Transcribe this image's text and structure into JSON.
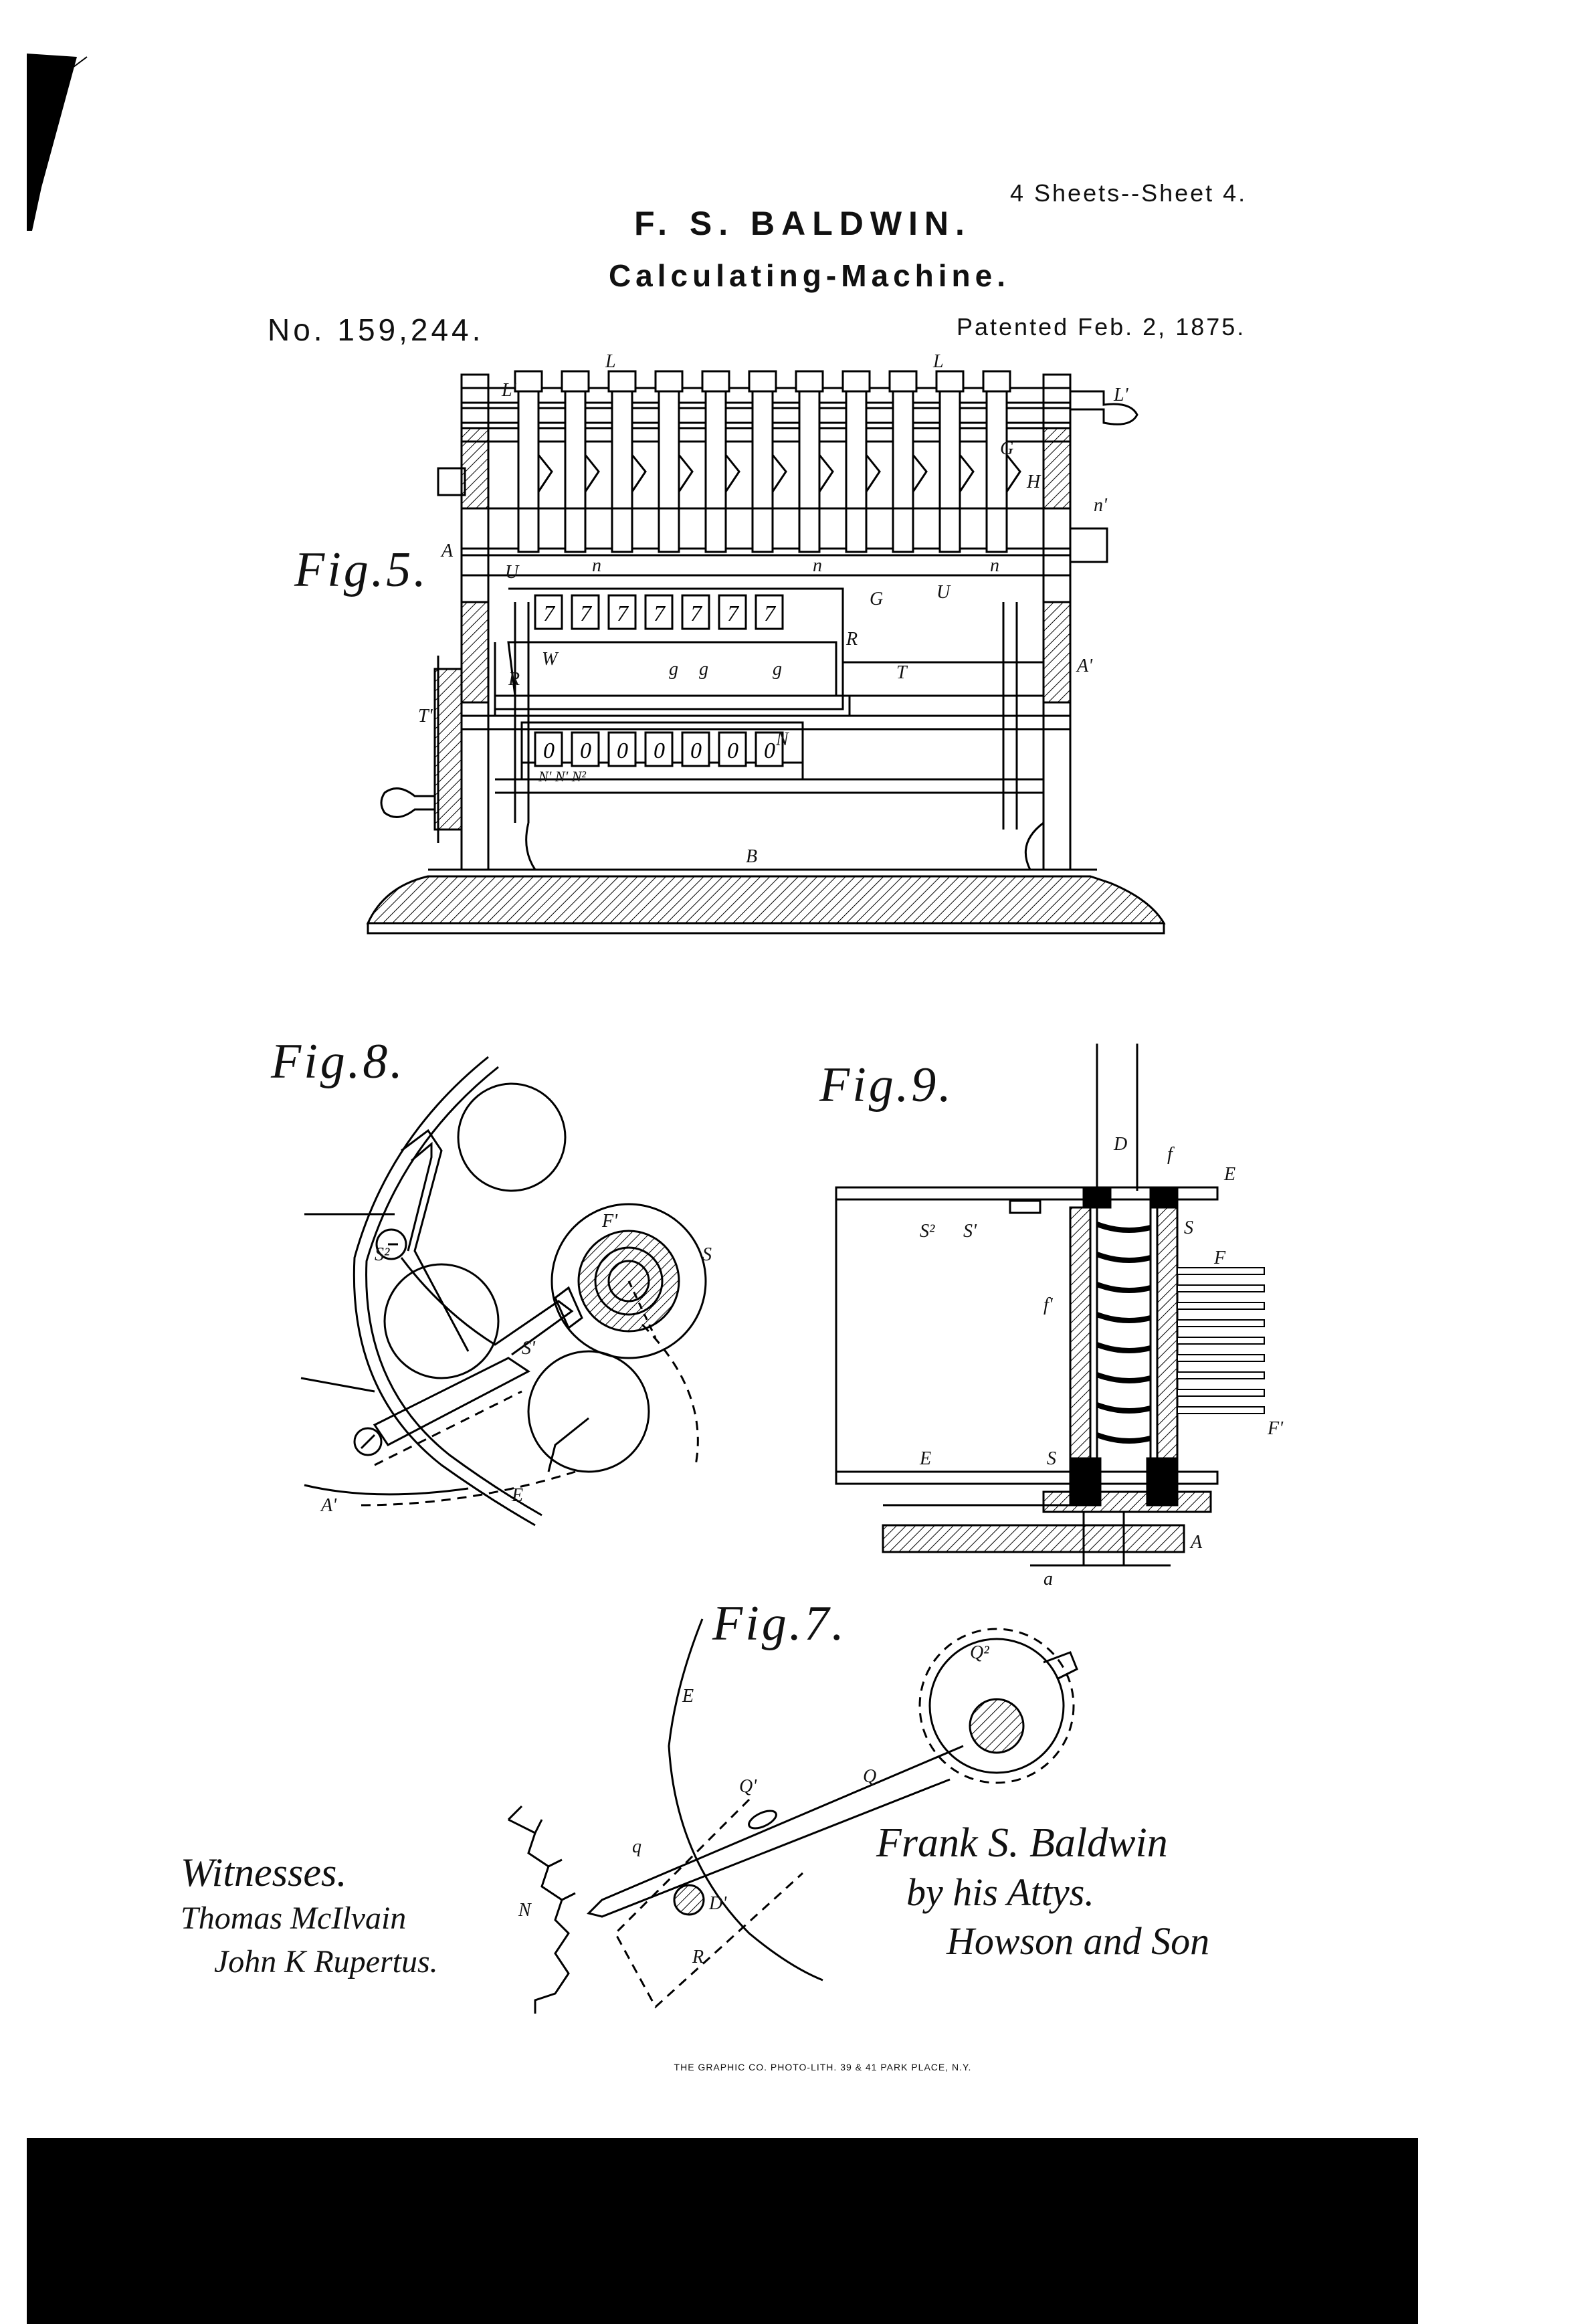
{
  "header": {
    "sheet_no": "4 Sheets--Sheet 4.",
    "inventor": "F. S. BALDWIN.",
    "title": "Calculating-Machine.",
    "patent_no": "No. 159,244.",
    "patent_date": "Patented Feb. 2, 1875."
  },
  "figures": {
    "fig5": "Fig.5.",
    "fig8": "Fig.8.",
    "fig9": "Fig.9.",
    "fig7": "Fig.7."
  },
  "labels": {
    "L": "L",
    "L2": "L'",
    "G": "G",
    "H": "H",
    "n2": "n'",
    "A": "A",
    "A2": "A'",
    "U": "U",
    "n": "n",
    "R": "R",
    "W": "W",
    "T": "T",
    "T2": "T'",
    "N": "N",
    "N_row": "N' N' N²",
    "B": "B",
    "S": "S",
    "S1": "S'",
    "S2": "S²",
    "F": "F",
    "F2": "F'",
    "D": "D",
    "E": "E",
    "f": "f",
    "f2": "f'",
    "a": "a",
    "Q": "Q",
    "Q1": "Q'",
    "Q2": "Q²",
    "q": "q",
    "D2": "D'",
    "digit_top": "7",
    "digit_bottom": "0",
    "g": "g"
  },
  "signatures": {
    "witnesses": "Witnesses.",
    "witness1": "Thomas McIlvain",
    "witness2": "John K Rupertus.",
    "inventor": "Frank S. Baldwin",
    "by": "by his Attys.",
    "attorneys": "Howson and Son"
  },
  "printer": "THE GRAPHIC CO. PHOTO-LITH. 39 & 41 PARK PLACE, N.Y."
}
